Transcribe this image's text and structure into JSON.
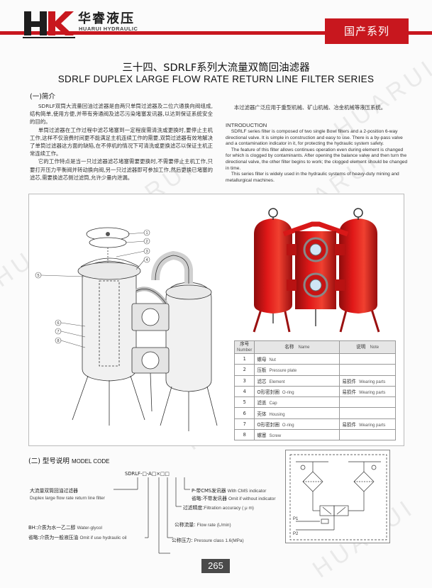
{
  "header": {
    "logo_cn": "华睿液压",
    "logo_en": "HUARUI HYDRAULIC",
    "tab_label": "国产系列",
    "brand_color": "#c8171e"
  },
  "title": {
    "cn": "三十四、SDRLF系列大流量双筒回油滤器",
    "en": "SDRLF DUPLEX LARGE FLOW RATE RETURN LINE FILTER SERIES"
  },
  "intro": {
    "heading": "(一)简介",
    "cn_paragraphs": [
      "SDRLF双筒大流量回油过滤器是由两只单筒过滤器及二位六通换向阀组成,结构简单,使用方便,并带有旁通阀及滤芯污染堵塞发讯器,以达到保证系统安全的目的。",
      "单筒过滤器在工作过程中滤芯堵塞到一定程度需清洗或更换时,要停止主机工作,这样不仅浪费时间更不能满足主机连续工作的需要,双筒过滤器有效地解决了单筒过滤器这方面的缺陷,在不停机的情况下可清洗或更换滤芯以保证主机正常连续工作。",
      "它的工作特点是当一只过滤器滤芯堵塞需要更换时,不需要停止主机工作,只要打开压力平衡阀并转动换向阀,另一只过滤器即可参加工作,然后更换已堵塞的滤芯,需要换滤芯侧过滤筒,允许少量内泄漏。"
    ],
    "application_cn": "本过滤器广泛应用于重型机械、矿山机械、冶金机械等液压系统。",
    "en_heading": "INTRODUCTION",
    "en_paragraphs": [
      "SDRLF series filter is composed of two single Bowl filters and a 2-position 6-way directional valve. It is simple in construction and easy to use. There is a by-pass valve and a contamination indicator in it, for protecting the hydraulic system safety.",
      "The feature of this filter allows continues operation even during element is changed for which is clogged by contaminants. After opening the balance valve and then turn the directional valve, the other filter begins to work; the clogged element should be changed in time.",
      "This series filter is widely used in the hydraulic systems of heavy-duty mining and metallurgical machines."
    ]
  },
  "drawing": {
    "callouts": [
      "1",
      "2",
      "3",
      "4",
      "5",
      "6",
      "7",
      "8"
    ]
  },
  "parts_table": {
    "headers": {
      "no_cn": "序号",
      "no_en": "Number",
      "name_cn": "名称",
      "name_en": "Name",
      "note_cn": "说明",
      "note_en": "Note"
    },
    "rows": [
      {
        "no": "1",
        "name_cn": "螺母",
        "name_en": "Nut",
        "note_cn": "",
        "note_en": ""
      },
      {
        "no": "2",
        "name_cn": "压板",
        "name_en": "Pressure  plate",
        "note_cn": "",
        "note_en": ""
      },
      {
        "no": "3",
        "name_cn": "滤芯",
        "name_en": "Element",
        "note_cn": "易损件",
        "note_en": "Wearing parts"
      },
      {
        "no": "4",
        "name_cn": "O形密封圈",
        "name_en": "O-ring",
        "note_cn": "易损件",
        "note_en": "Wearing parts"
      },
      {
        "no": "5",
        "name_cn": "滤盖",
        "name_en": "Cap",
        "note_cn": "",
        "note_en": ""
      },
      {
        "no": "6",
        "name_cn": "壳体",
        "name_en": "Housing",
        "note_cn": "",
        "note_en": ""
      },
      {
        "no": "7",
        "name_cn": "O形密封圈",
        "name_en": "O-ring",
        "note_cn": "易损件",
        "note_en": "Wearing parts"
      },
      {
        "no": "8",
        "name_cn": "螺塞",
        "name_en": "Screw",
        "note_cn": "",
        "note_en": ""
      }
    ]
  },
  "model_code": {
    "heading_cn": "(二) 型号说明",
    "heading_en": "MODEL CODE",
    "code": "SDRLF-□-A□×□□",
    "name_cn": "大流量双筒回油过滤器",
    "name_en": "Duplex large flow rate return line filter",
    "indicator_cn": "P-带CMS发讯器",
    "indicator_en": "With CMS indicator",
    "no_indicator_cn": "省略:不带发讯器",
    "no_indicator_en": "Omit if without indicator",
    "accuracy_cn": "过滤精度:",
    "accuracy_en": "Filtration accuracy ( μ m)",
    "flow_cn": "公称流量:",
    "flow_en": "Flow rate (L/min)",
    "pressure_cn": "公称压力:",
    "pressure_en": "Pressure class 1.6(MPa)",
    "medium_bh_cn": "BH:介质为水一乙二醇",
    "medium_bh_en": "Water-glycol",
    "medium_omit_cn": "省略:介质为一般液压油",
    "medium_omit_en": "Omit  if use hydraulic oil"
  },
  "schematic": {
    "p1": "P1",
    "p2": "P2"
  },
  "page_number": "265",
  "watermark": "HUARUI"
}
